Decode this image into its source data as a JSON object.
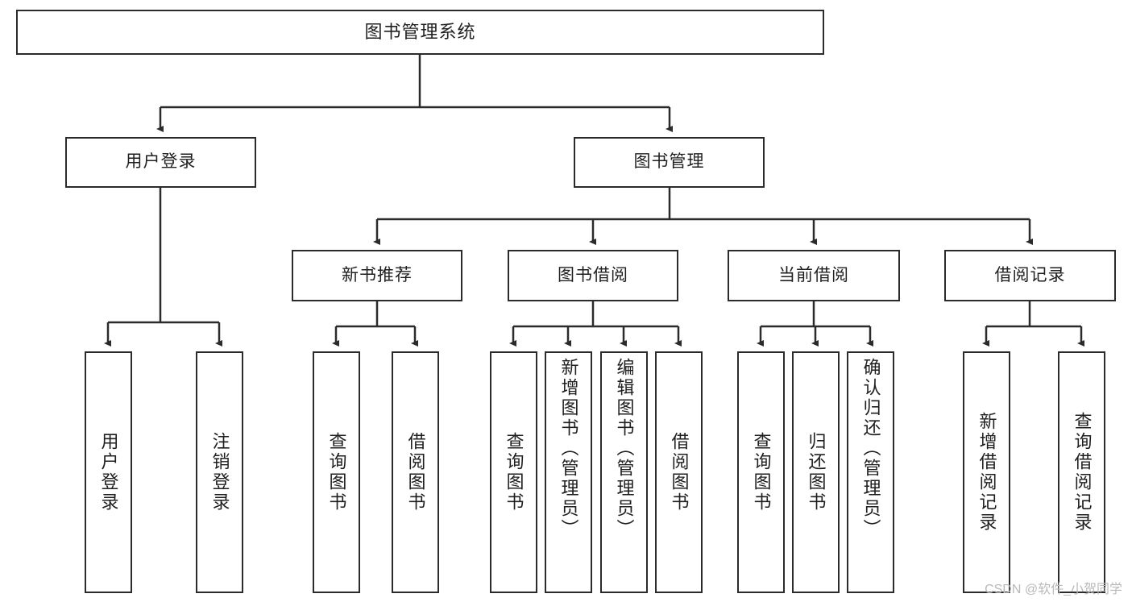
{
  "diagram": {
    "title": "图书管理系统",
    "type": "tree",
    "watermark": "CSDN @软件_小贺同学",
    "colors": {
      "background": "#ffffff",
      "border": "#2b2b2b",
      "text": "#1f1f1f",
      "watermark": "#b9b9b9"
    }
  },
  "root": {
    "label": "图书管理系统"
  },
  "level1": [
    {
      "label": "用户登录"
    },
    {
      "label": "图书管理"
    }
  ],
  "level2": [
    {
      "label": "新书推荐"
    },
    {
      "label": "图书借阅"
    },
    {
      "label": "当前借阅"
    },
    {
      "label": "借阅记录"
    }
  ],
  "leaves": {
    "user_login": [
      {
        "label": "用户登录"
      },
      {
        "label": "注销登录"
      }
    ],
    "new_book_recommend": [
      {
        "label": "查询图书"
      },
      {
        "label": "借阅图书"
      }
    ],
    "book_borrow": [
      {
        "label": "查询图书"
      },
      {
        "label": "新增图书（管理员）"
      },
      {
        "label": "编辑图书（管理员）"
      },
      {
        "label": "借阅图书"
      }
    ],
    "current_borrow": [
      {
        "label": "查询图书"
      },
      {
        "label": "归还图书"
      },
      {
        "label": "确认归还（管理员）"
      }
    ],
    "borrow_records": [
      {
        "label": "新增借阅记录"
      },
      {
        "label": "查询借阅记录"
      }
    ]
  }
}
